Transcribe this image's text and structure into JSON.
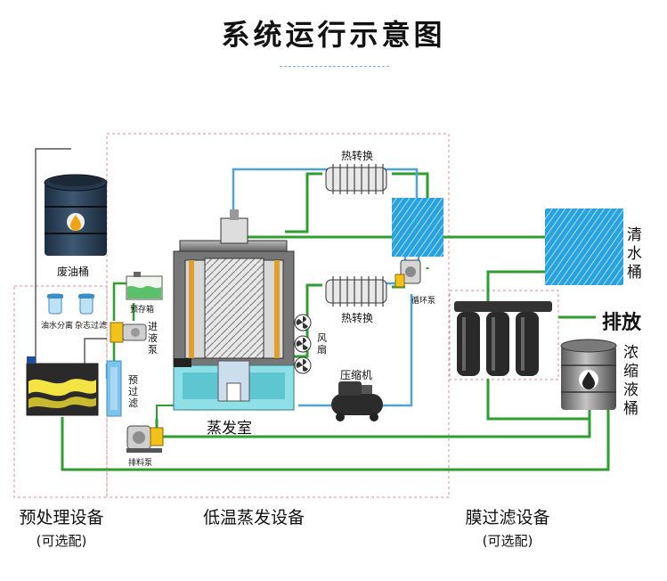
{
  "title": "系统运行示意图",
  "colors": {
    "water_pipe": "#4fa3d8",
    "green_pipe": "#2f9e2f",
    "dashed_frame": "#e08a9a",
    "tank_dark": "#2b3f55",
    "hatched_fill": "#29a3e0"
  },
  "labels": {
    "waste_oil_tank": "废油桶",
    "oil_water_sep": "油水分离",
    "impurity_filter": "杂志过滤",
    "storage_tank": "预存箱",
    "feed_pump": "进液泵",
    "pre_filter": "预过滤",
    "discharge_pump": "排料泵",
    "evaporator": "蒸发室",
    "heat_exchanger_top": "热转换",
    "heat_exchanger_mid": "热转换",
    "circulation_pump": "循环泵",
    "fan": "风扇",
    "compressor": "压缩机",
    "clean_water_tank": "清水桶",
    "discharge": "排放",
    "concentrate_tank": "浓缩液桶"
  },
  "sections": {
    "pretreatment": {
      "name": "预处理设备",
      "note": "(可选配)"
    },
    "low_temp_evaporation": {
      "name": "低温蒸发设备"
    },
    "membrane_filtration": {
      "name": "膜过滤设备",
      "note": "(可选配)"
    }
  }
}
